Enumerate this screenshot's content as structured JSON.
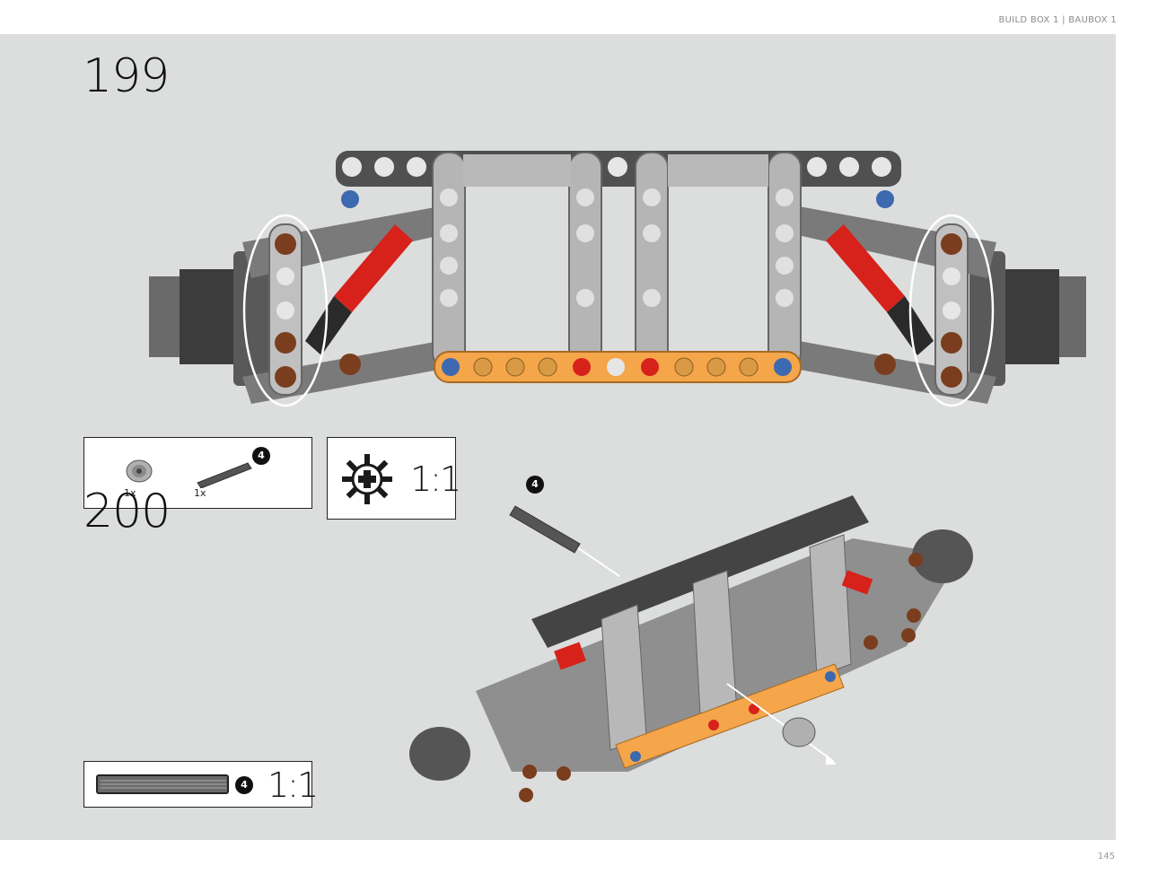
{
  "header": {
    "label": "BUILD BOX 1 | BAUBOX 1"
  },
  "footer": {
    "page_number": "145"
  },
  "steps": [
    {
      "number": "199"
    },
    {
      "number": "200"
    }
  ],
  "parts_list": {
    "items": [
      {
        "name": "gear-12-tooth-double-bevel-icon",
        "qty": "1x"
      },
      {
        "name": "axle-pin-icon",
        "qty": "1x",
        "badge": "4"
      }
    ]
  },
  "ratio_callout": {
    "ratio": "1:1",
    "icon": "gear-icon"
  },
  "length_callout": {
    "badge": "4",
    "ratio": "1:1",
    "icon": "axle-icon"
  },
  "assembly_callout": {
    "badge": "4"
  },
  "colors": {
    "panel": "#dcdddd",
    "beam_gray": "#9d9d9d",
    "dark_gray": "#4a4a4a",
    "orange": "#f5a54a",
    "red": "#d6221b",
    "brown": "#7a3d1d",
    "blue": "#3c69b0"
  }
}
